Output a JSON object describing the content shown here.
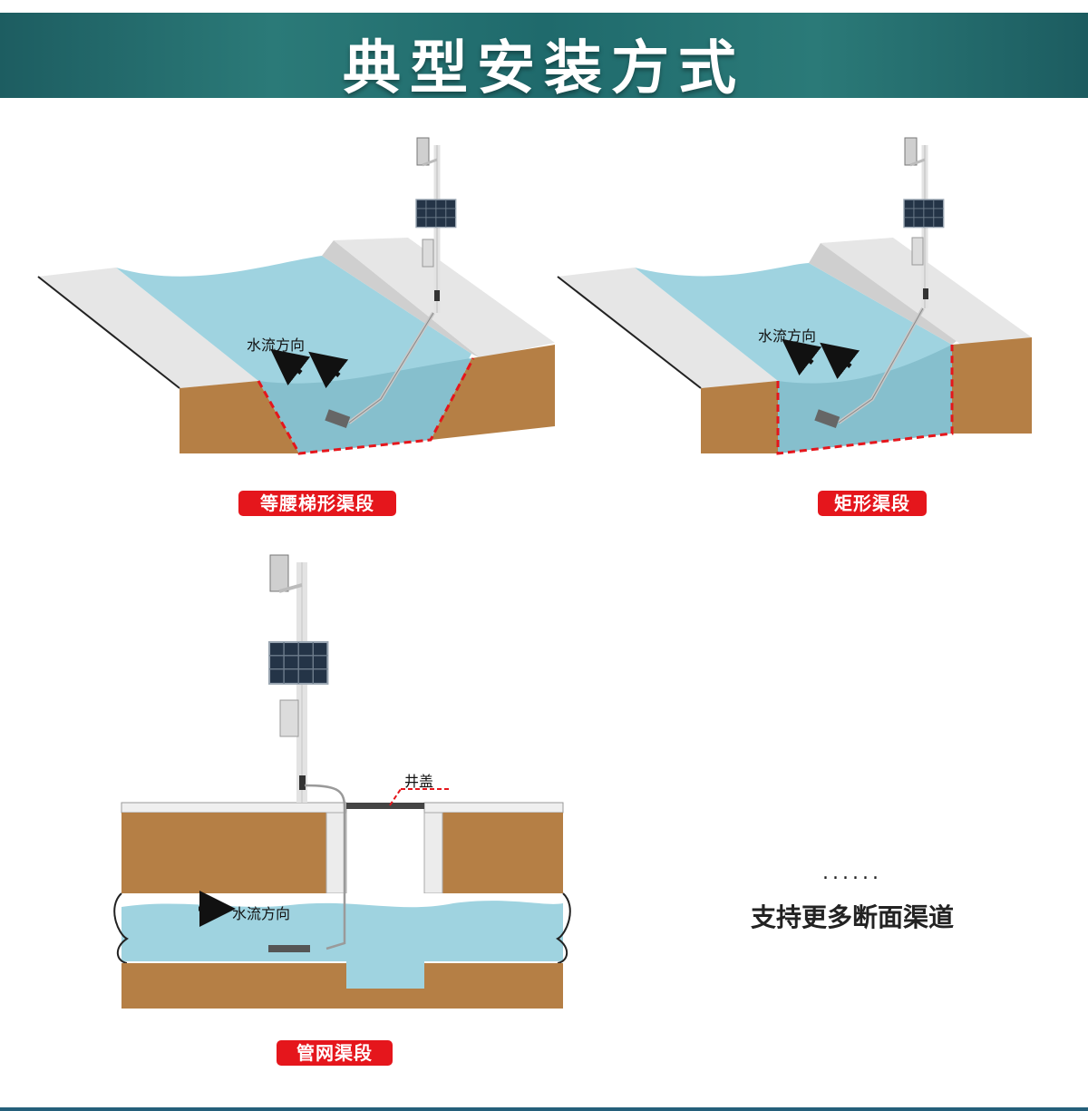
{
  "header": {
    "title": "典型安装方式"
  },
  "panels": {
    "trapezoid": {
      "label": "等腰梯形渠段",
      "flow_label": "水流方向"
    },
    "rectangle": {
      "label": "矩形渠段",
      "flow_label": "水流方向"
    },
    "pipe": {
      "label": "管网渠段",
      "flow_label": "水流方向",
      "manhole_label": "井盖"
    }
  },
  "more": {
    "dots": "......",
    "text": "支持更多断面渠道"
  },
  "colors": {
    "water": "#9fd3e0",
    "water_deep": "#86bfcd",
    "soil": "#b57f45",
    "bank": "#e6e6e6",
    "accent_red": "#e5161c",
    "header": "#2b7a78"
  }
}
